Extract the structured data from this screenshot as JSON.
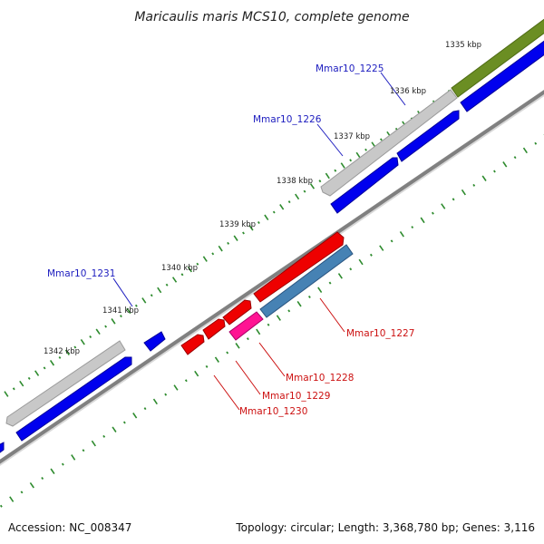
{
  "title": "Maricaulis maris MCS10, complete genome",
  "footer": {
    "accession": "Accession: NC_008347",
    "summary": "Topology: circular; Length: 3,368,780 bp; Genes: 3,116"
  },
  "scale_labels": [
    "1335 kbp",
    "1336 kbp",
    "1337 kbp",
    "1338 kbp",
    "1339 kbp",
    "1340 kbp",
    "1341 kbp",
    "1342 kbp"
  ],
  "gene_labels": {
    "mmar10_1225": "Mmar10_1225",
    "mmar10_1226": "Mmar10_1226",
    "mmar10_1227": "Mmar10_1227",
    "mmar10_1228": "Mmar10_1228",
    "mmar10_1229": "Mmar10_1229",
    "mmar10_1230": "Mmar10_1230",
    "mmar10_1231": "Mmar10_1231"
  },
  "colors": {
    "gray_gene": "#c8c8c8",
    "blue_gene": "#0000ee",
    "olive_gene": "#6b8e23",
    "red_gene": "#ee0000",
    "pink_gene": "#ff1493",
    "steel_gene": "#4682b4",
    "backbone": "#808080",
    "tick": "#2e8b2e",
    "blue_label": "#1d1dbf",
    "red_label": "#cc1111"
  }
}
